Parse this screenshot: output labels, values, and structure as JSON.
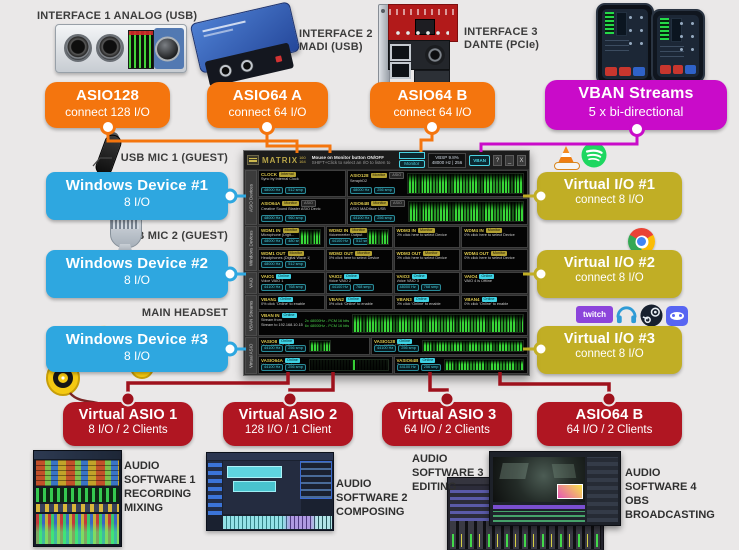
{
  "interfaces": [
    {
      "label": "INTERFACE 1 ANALOG (USB)"
    },
    {
      "label_line1": "INTERFACE 2",
      "label_line2": "MADI (USB)"
    },
    {
      "label_line1": "INTERFACE 3",
      "label_line2": "DANTE (PCIe)"
    }
  ],
  "asio_boxes": [
    {
      "title": "ASIO128",
      "subtitle": "connect 128 I/O"
    },
    {
      "title": "ASIO64 A",
      "subtitle": "connect 64 I/O"
    },
    {
      "title": "ASIO64 B",
      "subtitle": "connect 64 I/O"
    }
  ],
  "vban_box": {
    "title": "VBAN Streams",
    "subtitle": "5 x bi-directional"
  },
  "windows_devices": [
    {
      "callout": "USB MIC 1 (GUEST)",
      "title": "Windows Device #1",
      "subtitle": "8 I/O"
    },
    {
      "callout": "USB MIC 2 (GUEST)",
      "title": "Windows Device #2",
      "subtitle": "8 I/O"
    },
    {
      "callout": "MAIN HEADSET",
      "title": "Windows Device #3",
      "subtitle": "8 I/O"
    }
  ],
  "virtual_io": [
    {
      "title": "Virtual I/O #1",
      "subtitle": "connect 8 I/O"
    },
    {
      "title": "Virtual I/O #2",
      "subtitle": "connect 8 I/O"
    },
    {
      "title": "Virtual I/O #3",
      "subtitle": "connect 8 I/O"
    }
  ],
  "virtual_io_icons": {
    "twitch_label": "twitch"
  },
  "virtual_asio": [
    {
      "title": "Virtual ASIO 1",
      "subtitle": "8 I/O / 2 Clients"
    },
    {
      "title": "Virtual ASIO 2",
      "subtitle": "128 I/O / 1 Client"
    },
    {
      "title": "Virtual ASIO 3",
      "subtitle": "64 I/O / 2 Clients"
    },
    {
      "title": "ASIO64 B",
      "subtitle": "64 I/O / 2 Clients"
    }
  ],
  "software_labels": [
    {
      "lines": [
        "AUDIO",
        "SOFTWARE 1",
        "RECORDING",
        "MIXING"
      ]
    },
    {
      "lines": [
        "AUDIO",
        "SOFTWARE 2",
        "COMPOSING"
      ]
    },
    {
      "lines": [
        "AUDIO",
        "SOFTWARE 3",
        "EDITING"
      ]
    },
    {
      "lines": [
        "AUDIO",
        "SOFTWARE 4",
        "OBS",
        "BROADCASTING"
      ]
    }
  ],
  "colors": {
    "orange": "#f4750e",
    "magenta": "#c90bc9",
    "blue": "#2ea7e0",
    "olive": "#c1ae25",
    "red": "#b01622",
    "red_line": "#9e111c"
  },
  "app": {
    "titlebar": {
      "logo": "MATRIX",
      "logo_sup": "160",
      "logo_sub": "164",
      "info_line1": "Mouse on Monitor button ON/OFF",
      "info_line2": "SHIFT+Click to select an I/O to listen to",
      "monitor_label": "Monitor",
      "stats_line1": "VBSP 9.8%",
      "stats_line2": "48000 Hz | 256",
      "vban_label": "VBAN",
      "help_label": "?",
      "min_label": "_",
      "close_label": "X"
    },
    "sections": [
      {
        "label": "ASIO Devices",
        "rows": [
          {
            "h": 27,
            "cells": [
              {
                "w": 88,
                "name": "CLOCK",
                "tag": "Internal",
                "desc": "Sync by Internal Clock",
                "rate": "48000 Hz",
                "smp": "512 smp"
              },
              {
                "name": "ASIO128",
                "tag": "Monitor",
                "tag2": "ASIO",
                "desc": "SeraphD2",
                "rate": "48000 Hz",
                "smp": "256 smp",
                "meter": "green"
              }
            ]
          },
          {
            "h": 27,
            "cells": [
              {
                "w": 88,
                "name": "ASIO64A",
                "tag": "Monitor",
                "tag2": "ASIO",
                "desc": "Creative Sound Blaster ASIO Devic",
                "rate": "48000 Hz",
                "smp": "960 smp"
              },
              {
                "name": "ASIO64B",
                "tag": "Monitor",
                "tag2": "ASIO",
                "desc": "ASIO MADIface USB",
                "rate": "44100 Hz",
                "smp": "256 smp",
                "meter": "green"
              }
            ]
          }
        ]
      },
      {
        "label": "Windows Devices",
        "rows": [
          {
            "h": 22,
            "cells": [
              {
                "name": "WDM1 IN",
                "tag": "Monitor",
                "desc": "Microphone (Digital Wave 1)",
                "rate": "48000 Hz",
                "smp": "480 smp",
                "meter": "sm"
              },
              {
                "name": "WDM2 IN",
                "tag": "Monitor",
                "desc": "Voicemeeter Output",
                "rate": "44100 Hz",
                "smp": "512 smp",
                "meter": "sm"
              },
              {
                "name": "WDM3 IN",
                "tag": "Monitor",
                "desc": "0% click here to select Device"
              },
              {
                "name": "WDM4 IN",
                "tag": "Monitor",
                "desc": "0% click here to select Device"
              }
            ]
          },
          {
            "h": 22,
            "cells": [
              {
                "name": "WDM1 OUT",
                "tag": "Monitor",
                "desc": "Headphones (Digital Wave 1)",
                "rate": "48000 Hz",
                "smp": "512 smp"
              },
              {
                "name": "WDM2 OUT",
                "tag": "Monitor",
                "desc": "0% click here to select Device"
              },
              {
                "name": "WDM3 OUT",
                "tag": "Monitor",
                "desc": "0% click here to select Device"
              },
              {
                "name": "WDM4 OUT",
                "tag": "Monitor",
                "desc": "0% click here to select Device"
              }
            ]
          }
        ]
      },
      {
        "label": "VAIO",
        "rows": [
          {
            "h": 22,
            "cells": [
              {
                "name": "VAIO1",
                "tag": "Online",
                "desc": "Voice VAIO 1",
                "rate": "44100 Hz",
                "smp": "768 smp"
              },
              {
                "name": "VAIO2",
                "tag": "Online",
                "desc": "Voice VAIO 2",
                "rate": "44100 Hz",
                "smp": "768 smp"
              },
              {
                "name": "VAIO3",
                "tag": "Online",
                "desc": "Voice VAIO 3",
                "rate": "48000 Hz",
                "smp": "768 smp"
              },
              {
                "name": "VAIO4",
                "tag": "Online",
                "desc": "VAIO 4 is Offline"
              }
            ]
          }
        ]
      },
      {
        "label": "VBAN Streams",
        "rows": [
          {
            "h": 15,
            "cells": [
              {
                "name": "VBAN1",
                "tag": "Online",
                "desc": "0% click 'Online' to enable"
              },
              {
                "name": "VBAN2",
                "tag": "Online",
                "desc": "0% click 'Online' to enable"
              },
              {
                "name": "VBAN3",
                "tag": "Online",
                "desc": "0% click 'Online' to enable"
              },
              {
                "name": "VBAN4",
                "tag": "Online",
                "desc": "0% click 'Online' to enable"
              }
            ]
          },
          {
            "h": 25,
            "cells": [
              {
                "name": "VBAN IN",
                "tag": "Online",
                "lines": [
                  "Stream from",
                  "Stream to 192.168.10.15"
                ],
                "info": [
                  "2x 48000Hz - PCM 16 bits",
                  "6x 48000Hz - PCM 16 bits"
                ],
                "meter": "green"
              }
            ]
          }
        ]
      },
      {
        "label": "Virtual ASIO",
        "rows": [
          {
            "h": 18,
            "cells": [
              {
                "w": 112,
                "name": "VASIO8",
                "tag": "Online",
                "desc": "VirtualASIO 8 I/O",
                "rate": "44100 Hz",
                "smp": "256 smp",
                "meter": "sm"
              },
              {
                "name": "VASIO128",
                "tag": "Online",
                "desc": "VirtualASIO 128 I/O",
                "rate": "44100 Hz",
                "smp": "256 smp",
                "meter": "green"
              }
            ]
          },
          {
            "h": 18,
            "cells": [
              {
                "name": "VASIO64A",
                "tag": "Online",
                "desc": "Voicemeeter Potato",
                "rate": "44100 Hz",
                "smp": "256 smp",
                "meter": "dark"
              },
              {
                "name": "VASIO64B",
                "tag": "Online",
                "desc": "Reaper",
                "rate": "44100 Hz",
                "smp": "256 smp",
                "meter": "green"
              }
            ]
          }
        ]
      }
    ]
  }
}
